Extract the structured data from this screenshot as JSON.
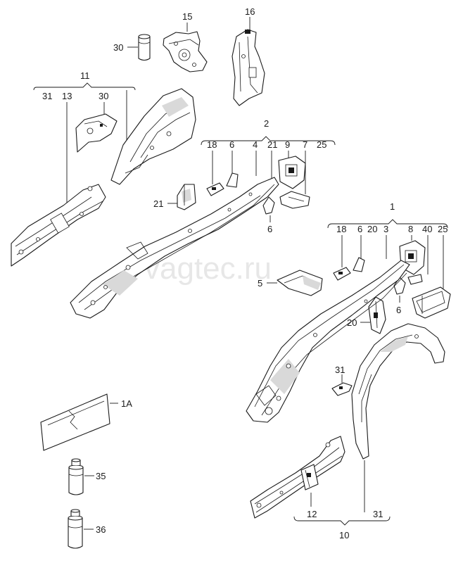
{
  "watermark": "vagtec.ru",
  "labels": {
    "l15": "15",
    "l16": "16",
    "l30a": "30",
    "l11": "11",
    "l31a": "31",
    "l13": "13",
    "l30b": "30",
    "l2": "2",
    "l18a": "18",
    "l6a": "6",
    "l4": "4",
    "l21a": "21",
    "l9": "9",
    "l7": "7",
    "l25a": "25",
    "l21b": "21",
    "l6b": "6",
    "l1": "1",
    "l18b": "18",
    "l6c": "6",
    "l20a": "20",
    "l3": "3",
    "l8": "8",
    "l40": "40",
    "l25b": "25",
    "l5": "5",
    "l6d": "6",
    "l20b": "20",
    "l31b": "31",
    "l1A": "1A",
    "l35": "35",
    "l36": "36",
    "l12": "12",
    "l31c": "31",
    "l10": "10"
  }
}
